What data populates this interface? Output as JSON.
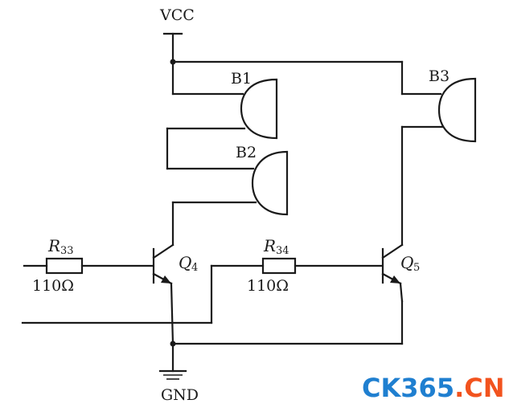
{
  "labels": {
    "vcc": "VCC",
    "gnd": "GND",
    "b1": "B1",
    "b2": "B2",
    "b3": "B3",
    "r33_letter": "R",
    "r33_sub": "33",
    "r33_value": "110Ω",
    "r34_letter": "R",
    "r34_sub": "34",
    "r34_value": "110Ω",
    "q4_letter": "Q",
    "q4_sub": "4",
    "q5_letter": "Q",
    "q5_sub": "5"
  },
  "watermark": {
    "part1": "CK365",
    "part2": ".CN",
    "color1": "#1f7fd0",
    "color2": "#f2531e"
  }
}
